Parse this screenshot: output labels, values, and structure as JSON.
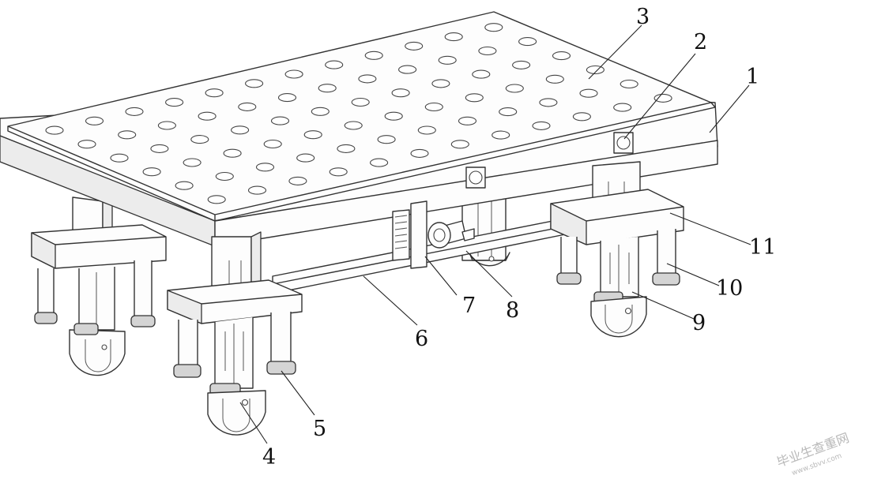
{
  "labels": {
    "p1": "1",
    "p2": "2",
    "p3": "3",
    "p4": "4",
    "p5": "5",
    "p6": "6",
    "p7": "7",
    "p8": "8",
    "p9": "9",
    "p10": "10",
    "p11": "11"
  },
  "watermark": {
    "title": "毕业生查重网",
    "site": "www.sbvv.com"
  },
  "colors": {
    "line": "#333333",
    "watermark": "#b9b9b9"
  }
}
